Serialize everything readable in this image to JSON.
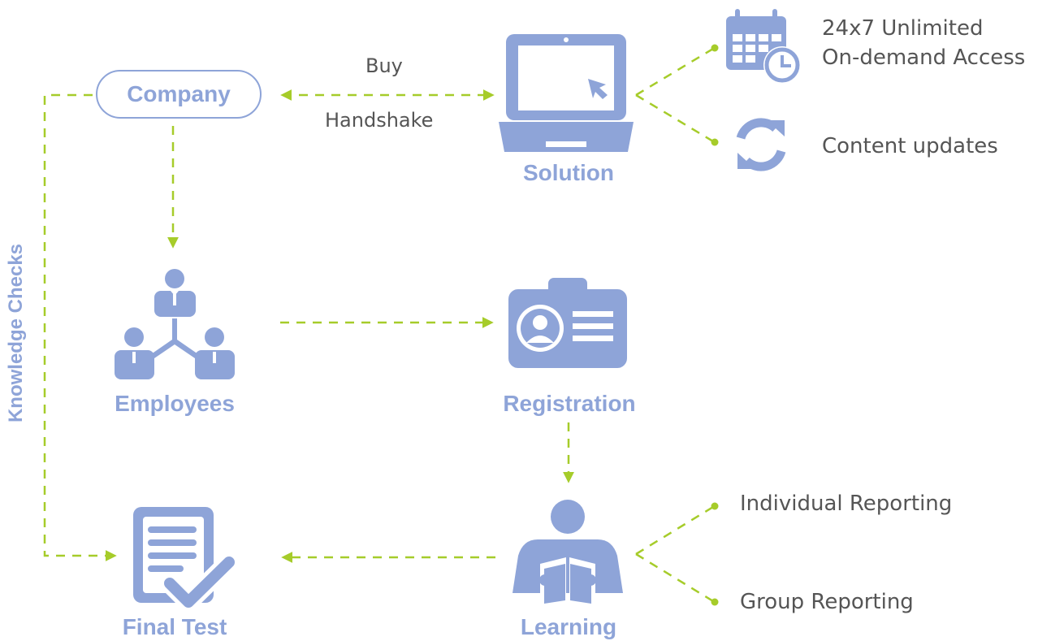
{
  "colors": {
    "node": "#8ea4d8",
    "connector": "#a6cc2a",
    "text": "#555555"
  },
  "nodes": {
    "company": "Company",
    "solution": "Solution",
    "employees": "Employees",
    "registration": "Registration",
    "final_test": "Final Test",
    "learning": "Learning"
  },
  "edge_labels": {
    "buy": "Buy",
    "handshake": "Handshake",
    "knowledge_checks": "Knowledge Checks"
  },
  "features": {
    "access_line1": "24x7 Unlimited",
    "access_line2": "On-demand Access",
    "content_updates": "Content updates",
    "individual_reporting": "Individual Reporting",
    "group_reporting": "Group Reporting"
  },
  "icons": [
    "laptop-icon",
    "calendar-clock-icon",
    "refresh-icon",
    "employees-hierarchy-icon",
    "id-badge-icon",
    "document-check-icon",
    "reading-learner-icon"
  ]
}
